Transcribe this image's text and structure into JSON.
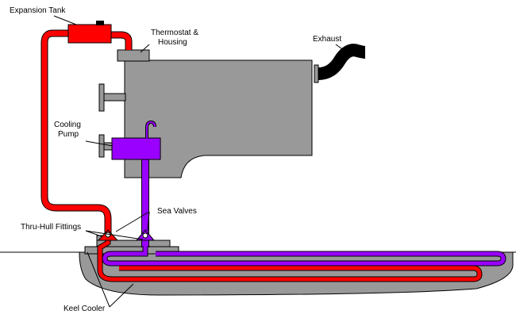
{
  "diagram": {
    "labels": {
      "expansion_tank": "Expansion Tank",
      "thermostat_line1": "Thermostat &",
      "thermostat_line2": "Housing",
      "exhaust": "Exhaust",
      "cooling_line1": "Cooling",
      "cooling_line2": "Pump",
      "sea_valves": "Sea Valves",
      "thru_hull": "Thru-Hull Fittings",
      "keel_cooler": "Keel Cooler"
    },
    "colors": {
      "hot_coolant": "#ff0000",
      "cool_coolant": "#9900ff",
      "engine": "#999999",
      "outline": "#000000",
      "exhaust_hose": "#000000",
      "background": "#ffffff"
    }
  }
}
